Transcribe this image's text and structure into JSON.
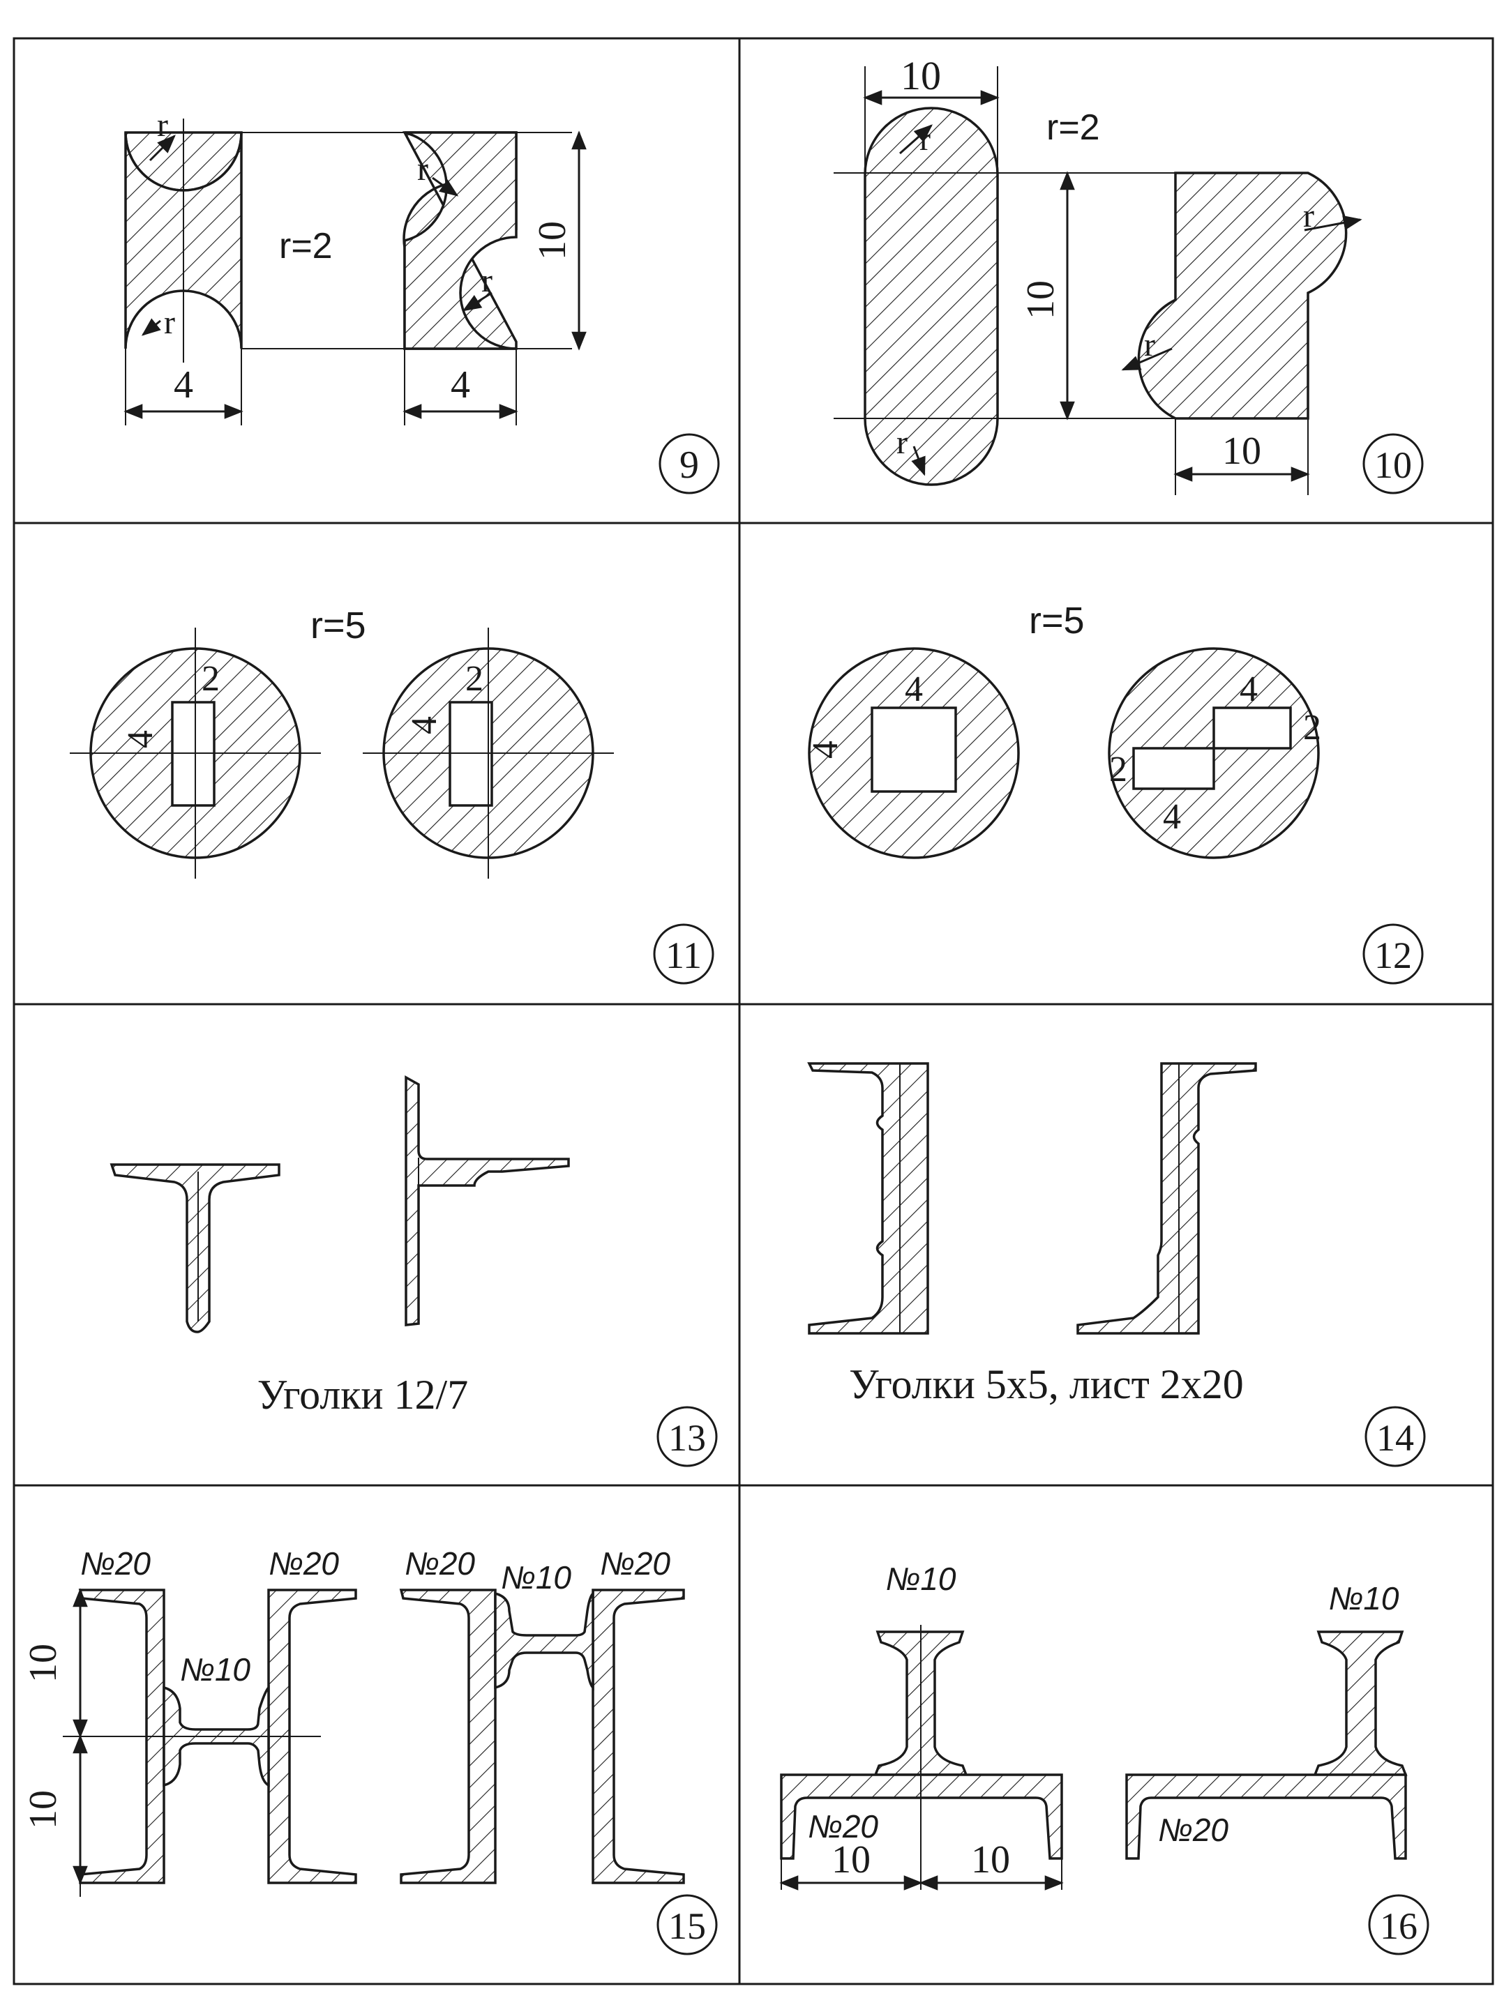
{
  "panels": [
    {
      "number": "9",
      "labels": {
        "radius": "r=2",
        "dim_height": "10",
        "dim_left": "4",
        "dim_right": "4",
        "r": "r"
      }
    },
    {
      "number": "10",
      "labels": {
        "radius": "r=2",
        "dim_top": "10",
        "dim_height": "10",
        "dim_bottom": "10",
        "r": "r"
      }
    },
    {
      "number": "11",
      "labels": {
        "radius": "r=5",
        "w": "2",
        "h": "4"
      }
    },
    {
      "number": "12",
      "labels": {
        "radius": "r=5",
        "sq_w": "4",
        "sq_h": "4",
        "a": "4",
        "b": "2",
        "c": "2",
        "d": "4"
      }
    },
    {
      "number": "13",
      "caption": "Уголки 12/7"
    },
    {
      "number": "14",
      "caption": "Уголки 5x5,    лист 2x20"
    },
    {
      "number": "15",
      "labels": {
        "ch_left": "№20",
        "ch_right": "№20",
        "ib_left": "№10",
        "ch_left2": "№20",
        "ib_right": "№10",
        "ch_right2": "№20",
        "dim_top": "10",
        "dim_bottom": "10"
      }
    },
    {
      "number": "16",
      "labels": {
        "ib_left": "№10",
        "ch_left": "№20",
        "ib_right": "№10",
        "ch_right": "№20",
        "dim_l": "10",
        "dim_r": "10"
      }
    }
  ]
}
